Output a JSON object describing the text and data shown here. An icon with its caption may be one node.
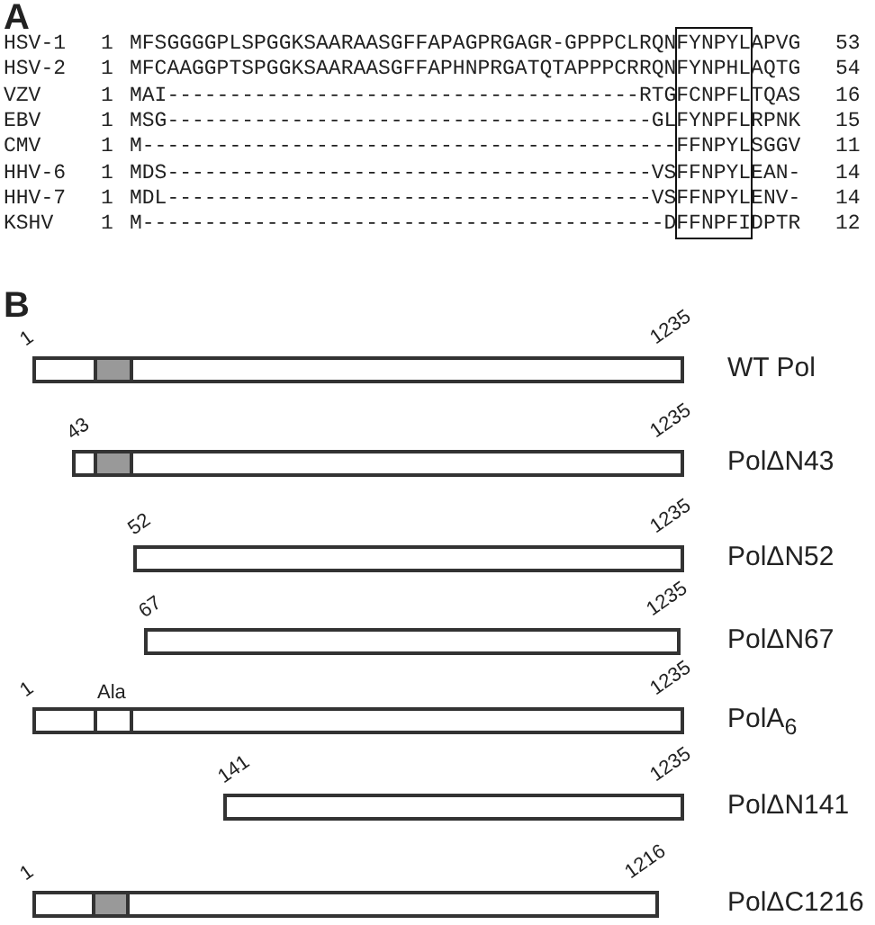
{
  "diagram": {
    "nodes": [
      {
        "text": [],
        "shape": "box"
      },
      {
        "text": [],
        "shape": "bar",
        "beside": [
          "1",
          "1235",
          "WT Pol"
        ]
      },
      {
        "text": [],
        "shape": "bar",
        "beside": [
          "43",
          "1235",
          "PolΔN43"
        ]
      },
      {
        "text": [],
        "shape": "bar",
        "beside": [
          "52",
          "1235",
          "PolΔN52"
        ]
      },
      {
        "text": [],
        "shape": "bar",
        "beside": [
          "67",
          "1235",
          "PolΔN67"
        ]
      },
      {
        "text": [],
        "shape": "bar",
        "beside": [
          "1",
          "Ala",
          "1235",
          "PolA$_{6}$"
        ]
      },
      {
        "text": [],
        "shape": "bar",
        "beside": [
          "141",
          "1235",
          "PolΔN141"
        ]
      },
      {
        "text": [],
        "shape": "bar",
        "beside": [
          "1",
          "1216",
          "PolΔC1216"
        ]
      }
    ],
    "labels": [
      "A",
      "HSV-1",
      "1",
      "MFSGGGGPLSPGGKSAARAASGFFAPAGPRGAGR-GPPPCLRQNFYNPYLAPVG",
      "53",
      "HSV-2",
      "1",
      "MFCAAGGPTSPGGKSAARAASGFFAPHNPRGATQTAPPPCRRQNFYNPHLAQTG",
      "54",
      "VZV",
      "1",
      "MAI--------------------------------------RTGFCNPFLTQAS",
      "16",
      "EBV",
      "1",
      "MSG---------------------------------------GLFYNPFLRPNK",
      "15",
      "CMV",
      "1",
      "M-------------------------------------------FFNPYLSGGV",
      "11",
      "HHV-6",
      "1",
      "MDS---------------------------------------VSFFNPYLEAN-",
      "14",
      "HHV-7",
      "1",
      "MDL---------------------------------------VSFFNPYLENV-",
      "14",
      "KSHV",
      "1",
      "M------------------------------------------DFFNPFIDPTR",
      "12",
      "B"
    ]
  }
}
